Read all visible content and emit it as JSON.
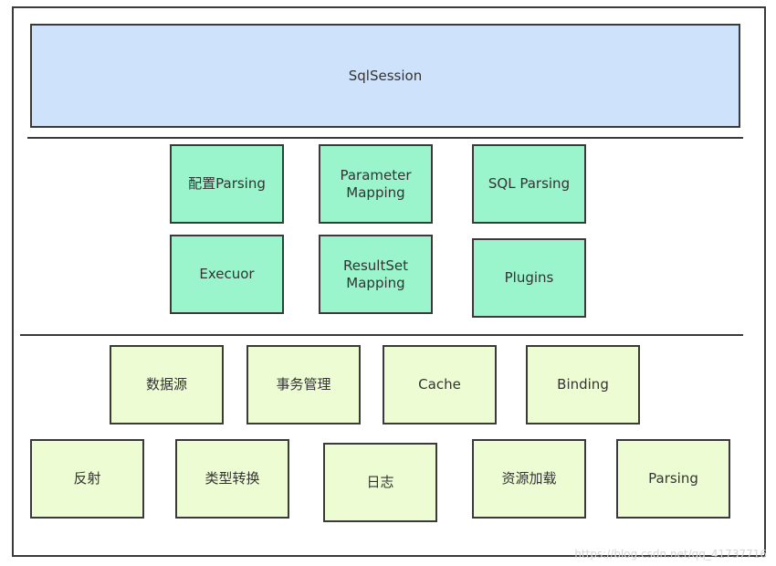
{
  "diagram": {
    "top": {
      "label": "SqlSession"
    },
    "middle": {
      "row1": [
        "配置Parsing",
        "Parameter\nMapping",
        "SQL Parsing"
      ],
      "row2": [
        "Execuor",
        "ResultSet\nMapping",
        "Plugins"
      ]
    },
    "bottom": {
      "row1": [
        "数据源",
        "事务管理",
        "Cache",
        "Binding"
      ],
      "row2": [
        "反射",
        "类型转换",
        "日志",
        "资源加载",
        "Parsing"
      ]
    }
  },
  "watermark": "https://blog.csdn.net/qq_41737716",
  "colors": {
    "session_fill": "#cfe2fb",
    "middle_fill": "#9af5cc",
    "bottom_fill": "#eefcd4",
    "border": "#3a3a3a"
  }
}
